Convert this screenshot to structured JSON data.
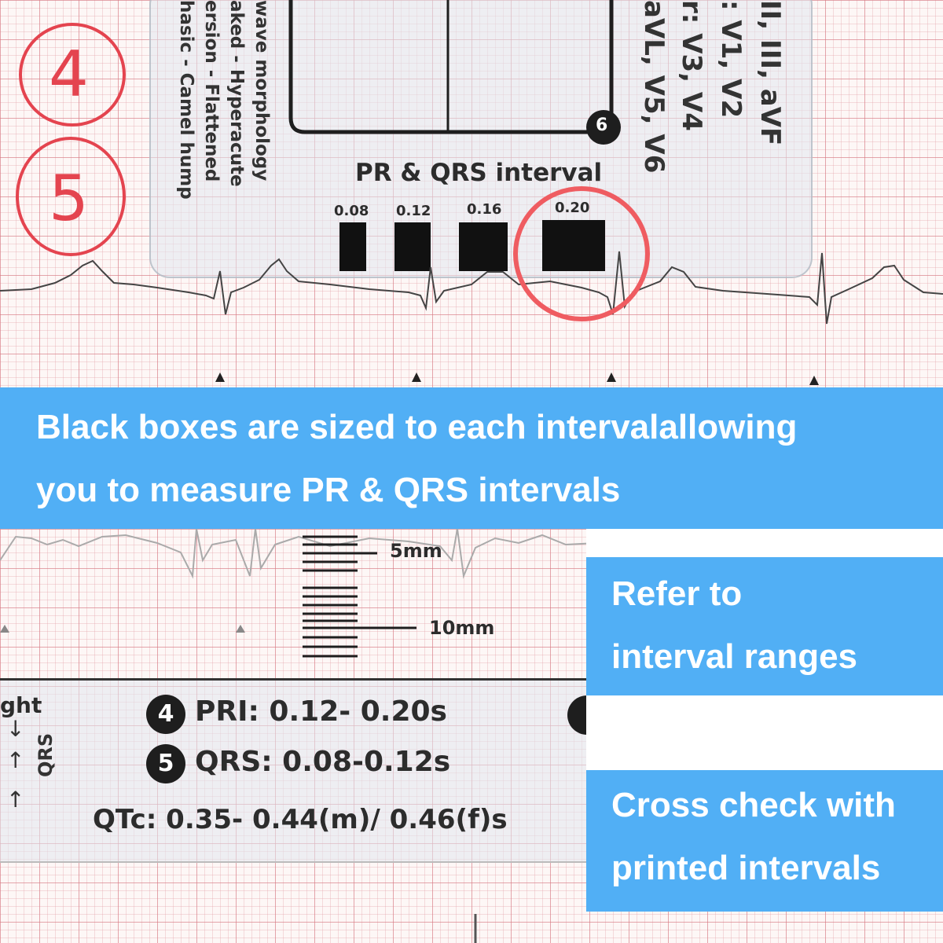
{
  "top_photo": {
    "hand_circles": [
      "4",
      "5"
    ],
    "ruler_leads": [
      "II, III, aVF",
      ": V1, V2",
      "r: V3, V4",
      "aVL, V5, V6"
    ],
    "ruler_morphology": [
      "wave morphology",
      "aked   - Hyperacute",
      "ersion  - Flattened",
      "hasic   - Camel hump"
    ],
    "section_badge": "6",
    "interval_title": "PR & QRS interval",
    "interval_boxes": [
      {
        "label": "0.08"
      },
      {
        "label": "0.12"
      },
      {
        "label": "0.16"
      },
      {
        "label": "0.20",
        "circled": true
      }
    ]
  },
  "banner": {
    "line1": "Black boxes are sized to each intervalallowing",
    "line2": " you to measure PR & QRS intervals",
    "color": "#51aff5"
  },
  "bottom_photo": {
    "scale_labels": [
      "5mm",
      "10mm"
    ],
    "side_label": "ght",
    "side_vertical": "QRS",
    "rows": [
      {
        "badge": "4",
        "text": "PRI: 0.12- 0.20s"
      },
      {
        "badge": "5",
        "text": "QRS: 0.08-0.12s"
      },
      {
        "badge": "",
        "text": "QTc: 0.35- 0.44(m)/ 0.46(f)s"
      }
    ]
  },
  "callouts": [
    {
      "line1": "Refer to",
      "line2": "interval ranges"
    },
    {
      "line1": "Cross check with",
      "line2": "printed intervals"
    }
  ]
}
